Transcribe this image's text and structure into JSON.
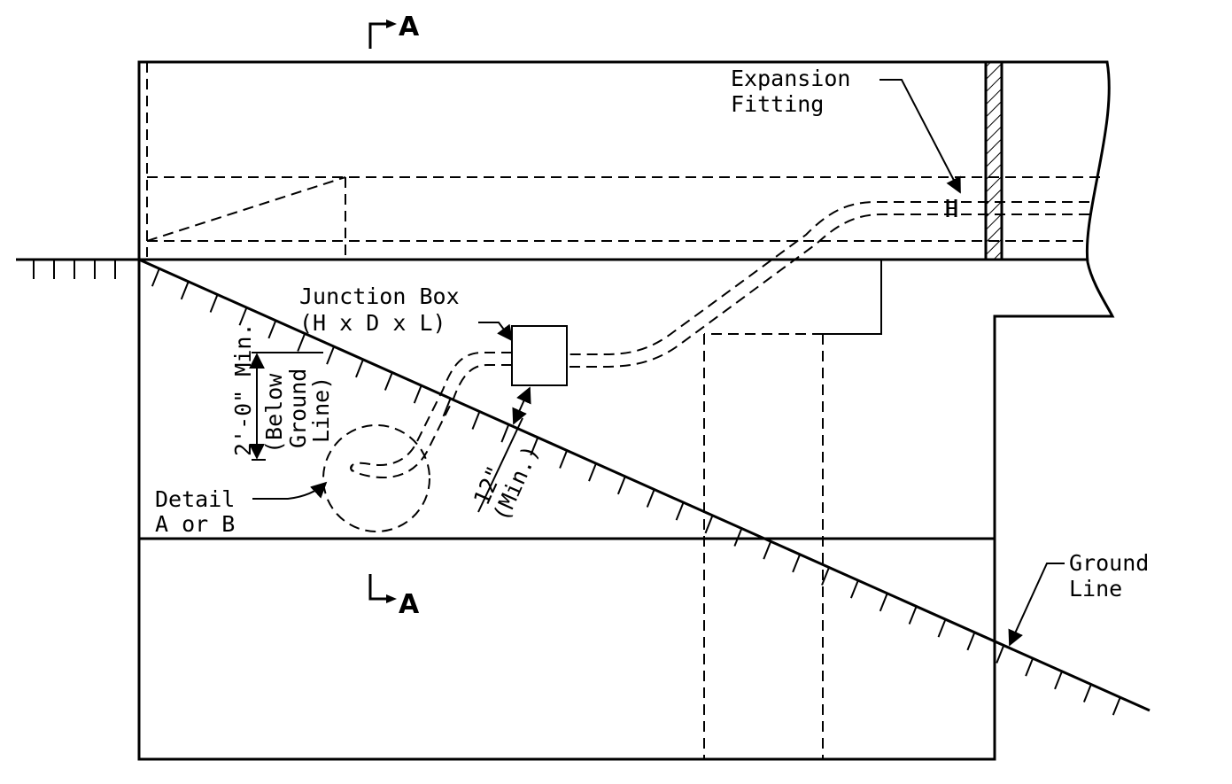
{
  "section_markers": {
    "top": "A",
    "bottom": "A"
  },
  "labels": {
    "expansion_fitting": [
      "Expansion",
      "Fitting"
    ],
    "junction_box": [
      "Junction Box",
      "(H x D x L)"
    ],
    "detail": [
      "Detail",
      "A or B"
    ],
    "ground_line": [
      "Ground",
      "Line"
    ],
    "depth_dim": [
      "2'-0\" Min.",
      "(Below",
      "Ground",
      "Line)"
    ],
    "clearance_dim": [
      "12\"",
      "(Min.)"
    ]
  }
}
